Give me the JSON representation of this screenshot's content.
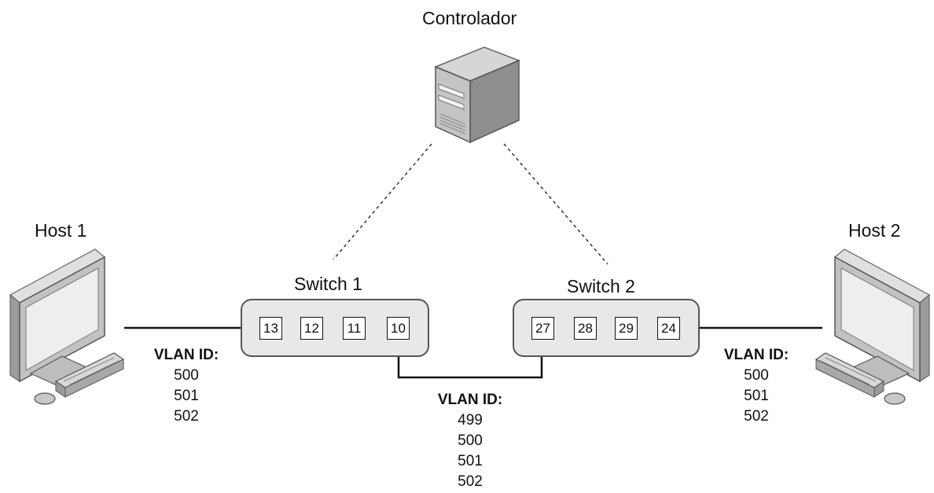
{
  "controller": {
    "label": "Controlador"
  },
  "host1": {
    "label": "Host 1"
  },
  "host2": {
    "label": "Host 2"
  },
  "switch1": {
    "label": "Switch 1",
    "ports": [
      "13",
      "12",
      "11",
      "10"
    ]
  },
  "switch2": {
    "label": "Switch 2",
    "ports": [
      "27",
      "28",
      "29",
      "24"
    ]
  },
  "vlan_host1": {
    "title": "VLAN ID:",
    "ids": [
      "500",
      "501",
      "502"
    ]
  },
  "vlan_trunk": {
    "title": "VLAN ID:",
    "ids": [
      "499",
      "500",
      "501",
      "502"
    ]
  },
  "vlan_host2": {
    "title": "VLAN ID:",
    "ids": [
      "500",
      "501",
      "502"
    ]
  },
  "colors": {
    "switch_fill": "#e8e8e8",
    "device_gray": "#bdbdbd",
    "line": "#111111"
  }
}
